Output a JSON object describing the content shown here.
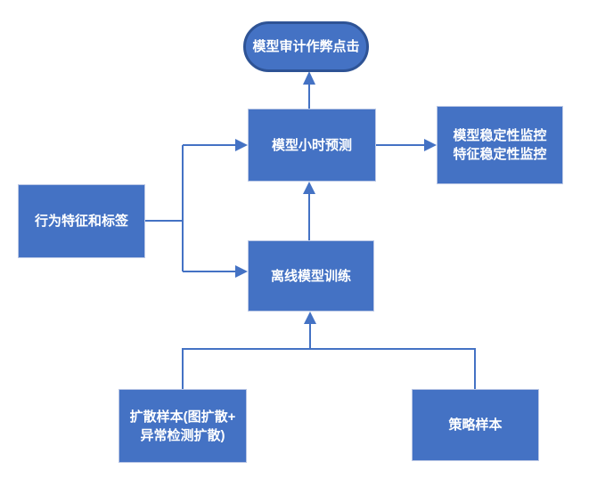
{
  "diagram": {
    "title": "model-anti-cheat-flowchart",
    "colors": {
      "node_fill": "#4472c4",
      "node_border_light": "#bac7e5",
      "terminal_border": "#2e5395",
      "connector": "#4472c4",
      "text": "#ffffff",
      "background": "#ffffff"
    },
    "nodes": {
      "terminal": {
        "label": "模型审计作弊点击",
        "shape": "stadium"
      },
      "hourly": {
        "label": "模型小时预测",
        "shape": "rect"
      },
      "monitoring": {
        "line1": "模型稳定性监控",
        "line2": "特征稳定性监控",
        "shape": "rect"
      },
      "features": {
        "label": "行为特征和标签",
        "shape": "rect"
      },
      "training": {
        "label": "离线模型训练",
        "shape": "rect"
      },
      "diffusion": {
        "line1": "扩散样本(图扩散+",
        "line2": "异常检测扩散)",
        "shape": "rect"
      },
      "strategy": {
        "label": "策略样本",
        "shape": "rect"
      }
    },
    "edges": [
      {
        "from": "features",
        "to": "hourly",
        "style": "elbow-arrow"
      },
      {
        "from": "features",
        "to": "training",
        "style": "elbow-arrow"
      },
      {
        "from": "training",
        "to": "hourly",
        "style": "straight-arrow"
      },
      {
        "from": "hourly",
        "to": "terminal",
        "style": "straight-arrow"
      },
      {
        "from": "hourly",
        "to": "monitoring",
        "style": "straight-arrow"
      },
      {
        "from": "diffusion",
        "to": "training",
        "style": "merge-arrow"
      },
      {
        "from": "strategy",
        "to": "training",
        "style": "merge-arrow"
      }
    ]
  }
}
